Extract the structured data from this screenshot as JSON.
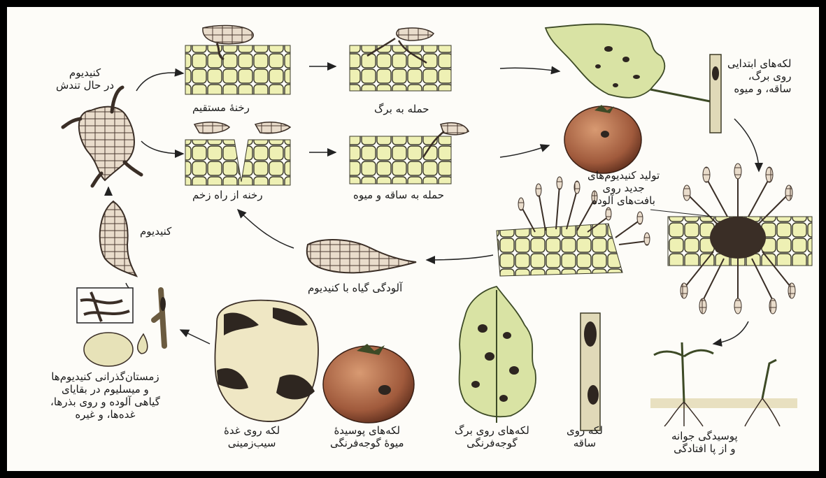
{
  "labels": {
    "conidium_germinating_1": "کنیدیوم",
    "conidium_germinating_2": "در حال تندش",
    "direct_penetration": "رخنهٔ مستقیم",
    "leaf_attack": "حمله به برگ",
    "initial_spots_1": "لکه‌های ابتدایی",
    "initial_spots_2": "روی برگ،",
    "initial_spots_3": "ساقه، و میوه",
    "wound_penetration": "رخنه از راه زخم",
    "stem_fruit_attack": "حمله به ساقه و میوه",
    "new_conidia_1": "تولید کنیدیوم‌های",
    "new_conidia_2": "جدید روی",
    "new_conidia_3": "بافت‌های آلوده",
    "conidium": "کنیدیوم",
    "plant_infection": "آلودگی گیاه با کنیدیوم",
    "overwinter_1": "زمستان‌گذرانی کنیدیوم‌ها",
    "overwinter_2": "و میسلیوم در بقایای",
    "overwinter_3": "گیاهی آلوده و روی بذرها،",
    "overwinter_4": "غده‌ها، و غیره",
    "potato_1": "لکه روی غدهٔ",
    "potato_2": "سیب‌زمینی",
    "tomato_fruit_1": "لکه‌های پوسیدهٔ",
    "tomato_fruit_2": "میوهٔ گوجه‌فرنگی",
    "tomato_leaf_1": "لکه‌های روی برگ",
    "tomato_leaf_2": "گوجه‌فرنگی",
    "stem_spot_1": "لکه روی",
    "stem_spot_2": "ساقه",
    "damping_off_1": "پوسیدگی جوانه",
    "damping_off_2": "و از پا افتادگی"
  },
  "colors": {
    "cell_fill": "#eef0b4",
    "cell_stroke": "#3b3a2a",
    "tomato": "#a05a3c",
    "leaf": "#d9e3a4",
    "lesion": "#2e2620",
    "conidium_fill": "#e9dccb"
  }
}
